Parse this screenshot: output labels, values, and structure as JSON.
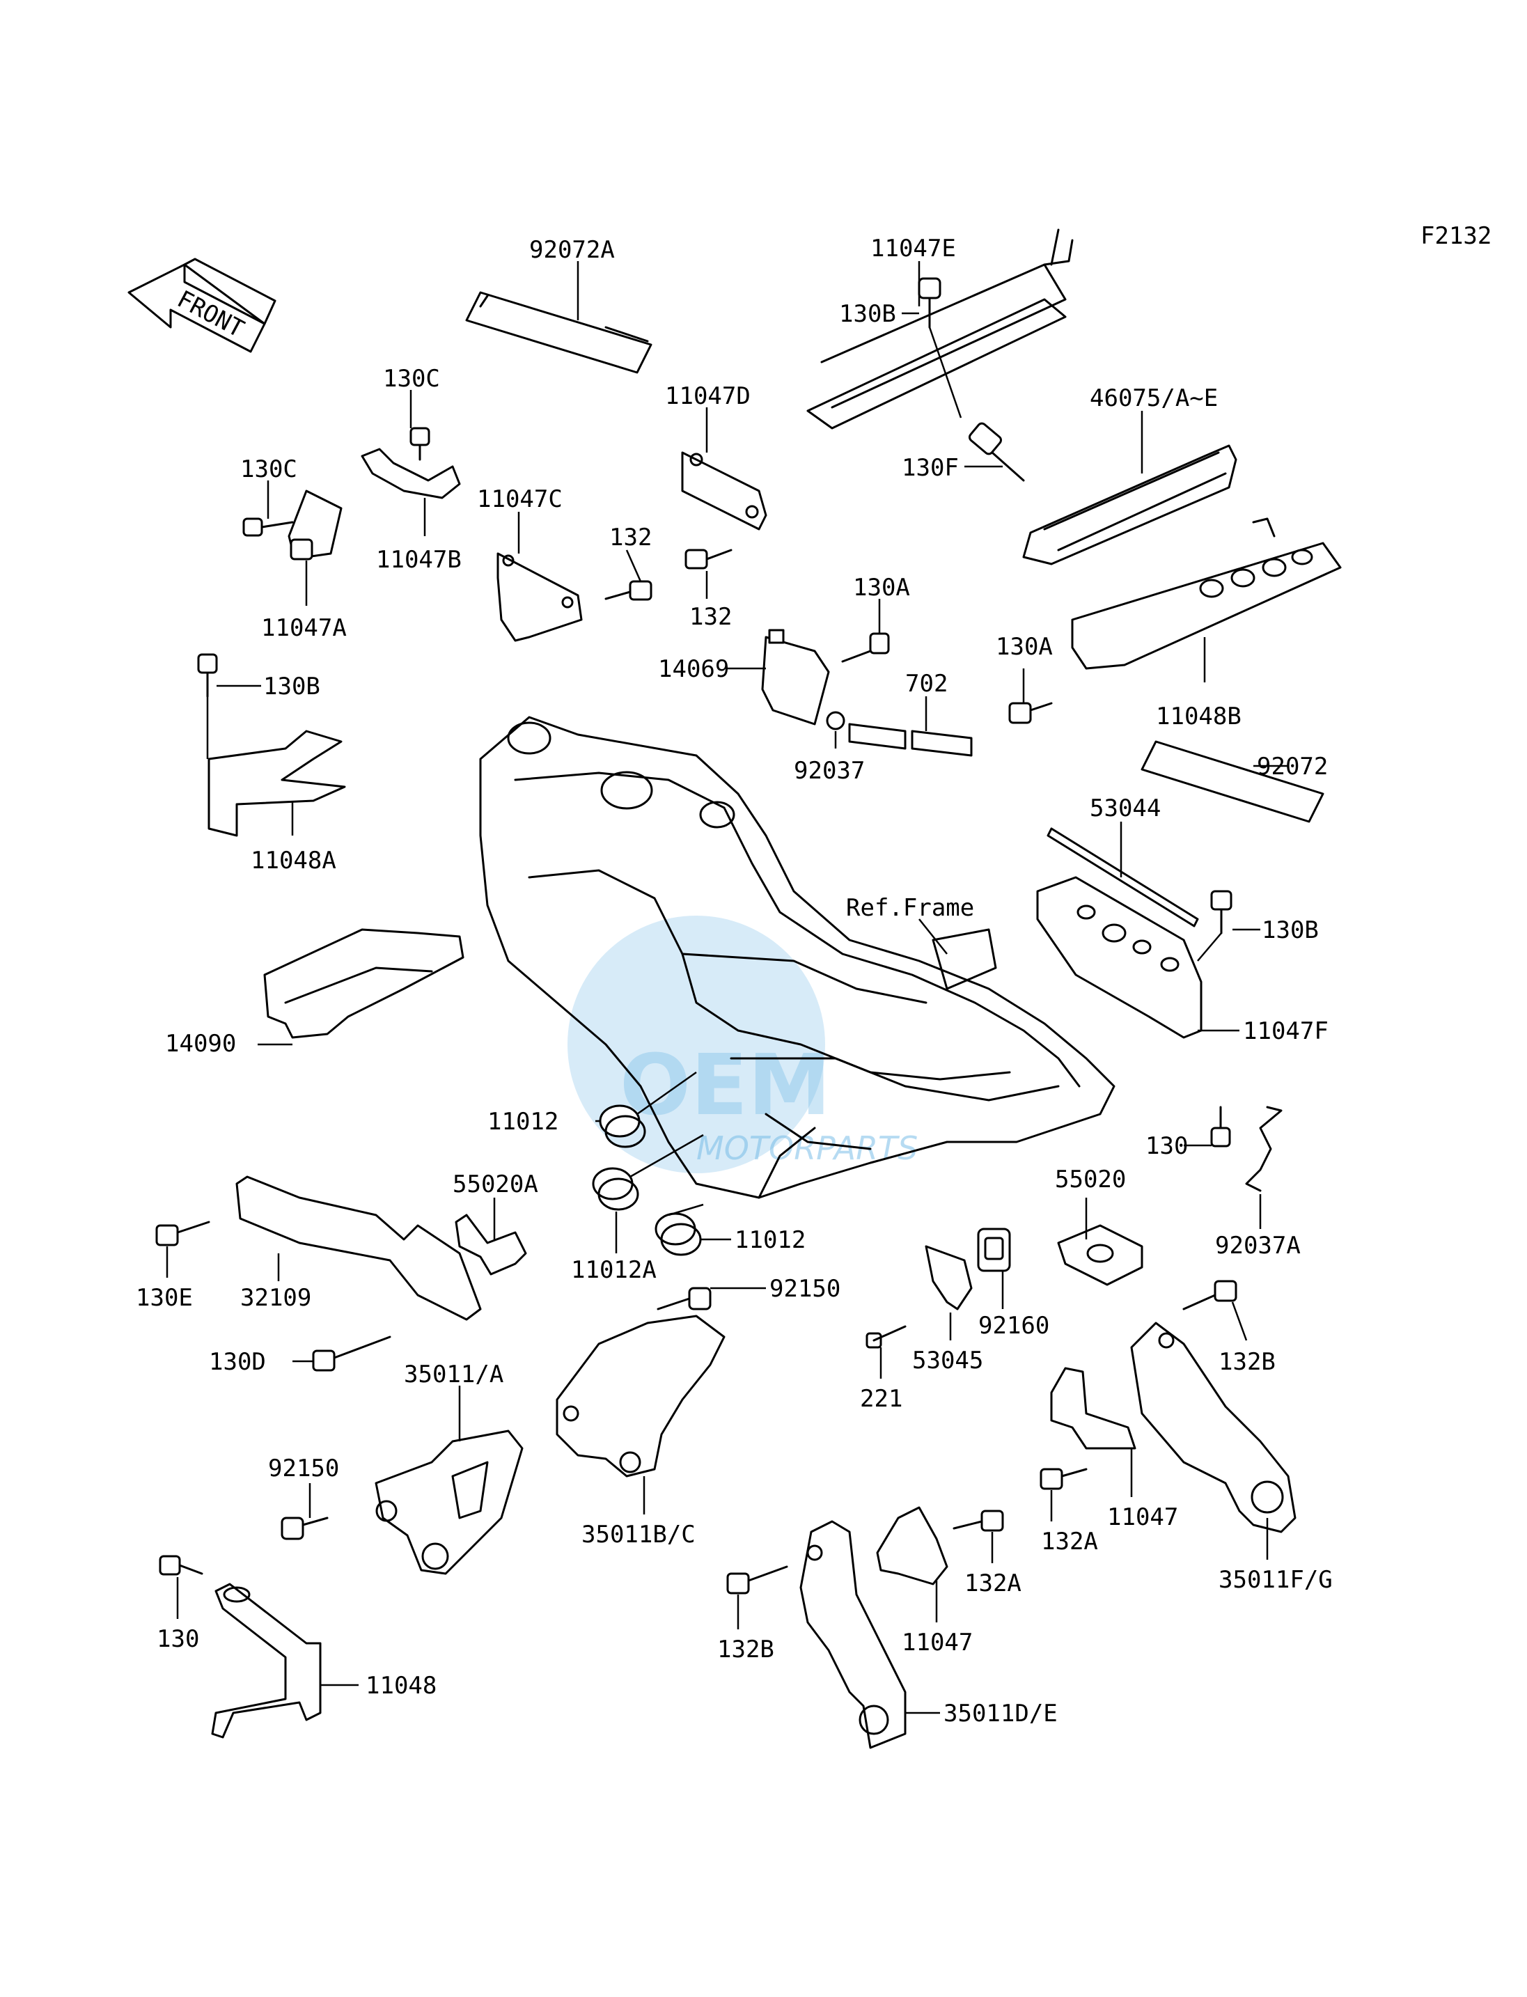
{
  "figure_code": "F2132",
  "front_arrow_label": "FRONT",
  "ref_frame_label": "Ref.Frame",
  "watermark": {
    "main": "OEM",
    "sub": "MOTORPARTS"
  },
  "labels": [
    {
      "id": "92072A",
      "text": "92072A"
    },
    {
      "id": "11047E",
      "text": "11047E"
    },
    {
      "id": "130B_top",
      "text": "130B"
    },
    {
      "id": "130C_a",
      "text": "130C"
    },
    {
      "id": "130C_b",
      "text": "130C"
    },
    {
      "id": "11047D",
      "text": "11047D"
    },
    {
      "id": "46075",
      "text": "46075/A~E"
    },
    {
      "id": "130F",
      "text": "130F"
    },
    {
      "id": "11047C",
      "text": "11047C"
    },
    {
      "id": "11047B",
      "text": "11047B"
    },
    {
      "id": "132_a",
      "text": "132"
    },
    {
      "id": "132_b",
      "text": "132"
    },
    {
      "id": "11047A",
      "text": "11047A"
    },
    {
      "id": "130A_a",
      "text": "130A"
    },
    {
      "id": "130A_b",
      "text": "130A"
    },
    {
      "id": "14069",
      "text": "14069"
    },
    {
      "id": "702",
      "text": "702"
    },
    {
      "id": "11048B",
      "text": "11048B"
    },
    {
      "id": "130B_left",
      "text": "130B"
    },
    {
      "id": "92037",
      "text": "92037"
    },
    {
      "id": "92072",
      "text": "92072"
    },
    {
      "id": "11048A",
      "text": "11048A"
    },
    {
      "id": "53044",
      "text": "53044"
    },
    {
      "id": "130B_right",
      "text": "130B"
    },
    {
      "id": "14090",
      "text": "14090"
    },
    {
      "id": "11047F",
      "text": "11047F"
    },
    {
      "id": "11012_a",
      "text": "11012"
    },
    {
      "id": "130_right",
      "text": "130"
    },
    {
      "id": "55020A",
      "text": "55020A"
    },
    {
      "id": "55020",
      "text": "55020"
    },
    {
      "id": "11012A",
      "text": "11012A"
    },
    {
      "id": "11012_b",
      "text": "11012"
    },
    {
      "id": "92037A",
      "text": "92037A"
    },
    {
      "id": "130E",
      "text": "130E"
    },
    {
      "id": "32109",
      "text": "32109"
    },
    {
      "id": "92150_a",
      "text": "92150"
    },
    {
      "id": "92160",
      "text": "92160"
    },
    {
      "id": "132B_a",
      "text": "132B"
    },
    {
      "id": "130D",
      "text": "130D"
    },
    {
      "id": "35011A",
      "text": "35011/A"
    },
    {
      "id": "221",
      "text": "221"
    },
    {
      "id": "53045",
      "text": "53045"
    },
    {
      "id": "92150_b",
      "text": "92150"
    },
    {
      "id": "11047_a",
      "text": "11047"
    },
    {
      "id": "132A_a",
      "text": "132A"
    },
    {
      "id": "35011BC",
      "text": "35011B/C"
    },
    {
      "id": "132A_b",
      "text": "132A"
    },
    {
      "id": "35011FG",
      "text": "35011F/G"
    },
    {
      "id": "130_left",
      "text": "130"
    },
    {
      "id": "132B_b",
      "text": "132B"
    },
    {
      "id": "11047_b",
      "text": "11047"
    },
    {
      "id": "11048",
      "text": "11048"
    },
    {
      "id": "35011DE",
      "text": "35011D/E"
    }
  ]
}
